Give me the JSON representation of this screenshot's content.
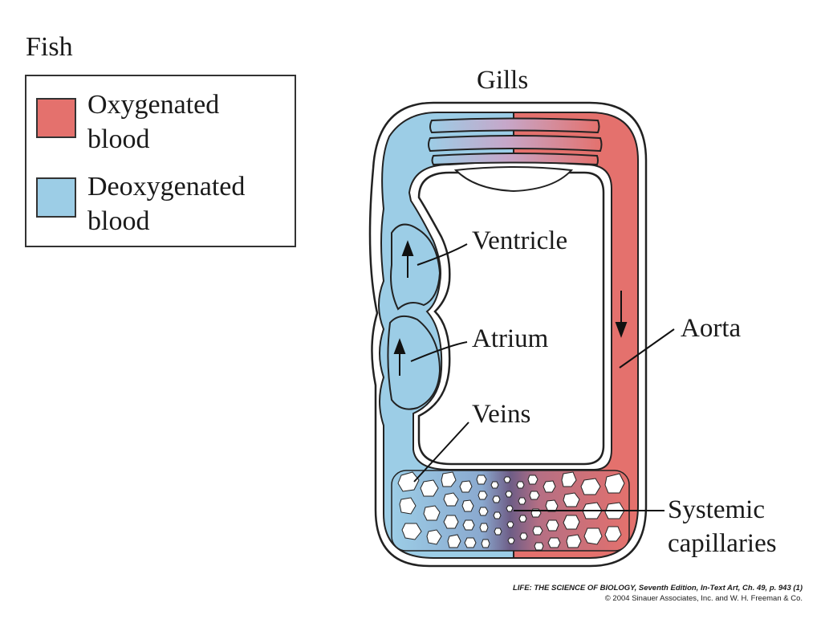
{
  "title": "Fish",
  "legend": {
    "items": [
      {
        "label_line1": "Oxygenated",
        "label_line2": "blood",
        "color": "#e4716d"
      },
      {
        "label_line1": "Deoxygenated",
        "label_line2": "blood",
        "color": "#9ccde6"
      }
    ]
  },
  "labels": {
    "gills": "Gills",
    "ventricle": "Ventricle",
    "atrium": "Atrium",
    "veins": "Veins",
    "aorta": "Aorta",
    "systemic_line1": "Systemic",
    "systemic_line2": "capillaries"
  },
  "credit": {
    "line1": "LIFE: THE SCIENCE OF BIOLOGY, Seventh Edition, In-Text Art, Ch. 49, p. 943 (1)",
    "line2": "© 2004 Sinauer Associates, Inc. and W. H. Freeman & Co."
  },
  "colors": {
    "oxygenated": "#e4716d",
    "deoxygenated": "#9ccde6"
  }
}
